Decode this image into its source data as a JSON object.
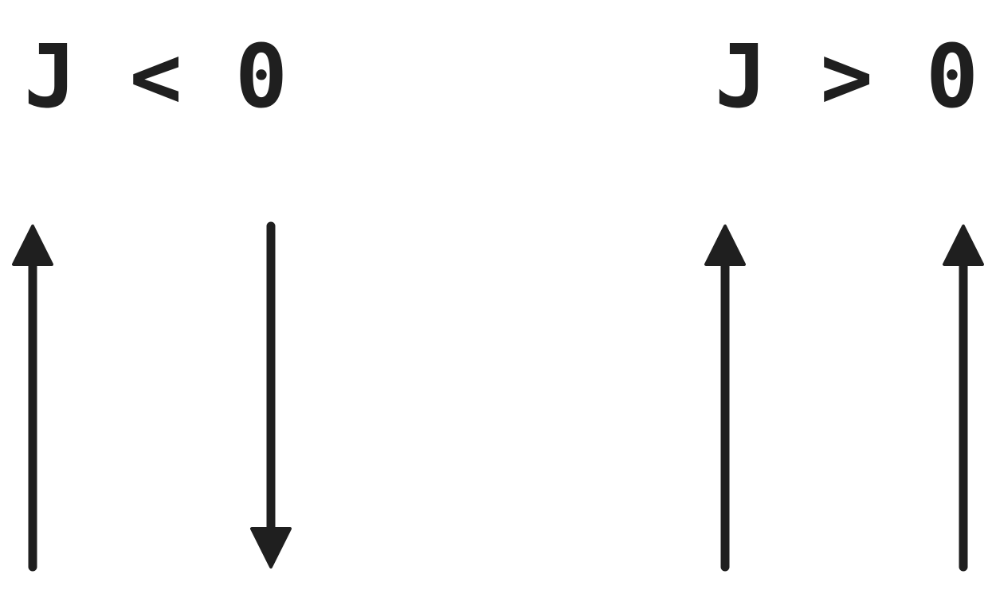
{
  "colors": {
    "background": "#ffffff",
    "ink": "#1f1f1f"
  },
  "panels": [
    {
      "label": "J < 0",
      "arrows": [
        "up",
        "down"
      ]
    },
    {
      "label": "J > 0",
      "arrows": [
        "up",
        "up"
      ]
    }
  ]
}
